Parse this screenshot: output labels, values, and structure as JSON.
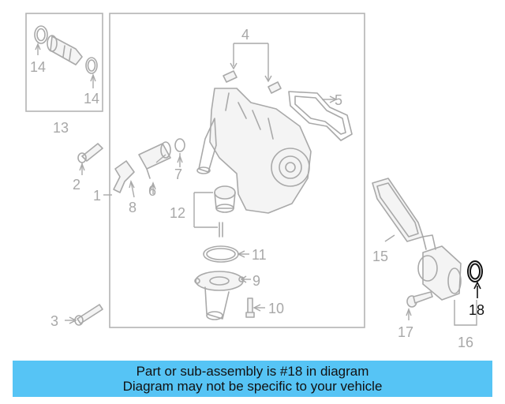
{
  "diagram": {
    "callouts": {
      "c1": "1",
      "c2": "2",
      "c3": "3",
      "c4": "4",
      "c5": "5",
      "c6": "6",
      "c7": "7",
      "c8": "8",
      "c9": "9",
      "c10": "10",
      "c11": "11",
      "c12": "12",
      "c13": "13",
      "c14a": "14",
      "c14b": "14",
      "c15": "15",
      "c16": "16",
      "c17": "17",
      "c18": "18"
    },
    "highlighted_part": "18",
    "colors": {
      "highlight": "#111111",
      "parts": "#a9a9a9",
      "banner": "#56c4f5"
    }
  },
  "banner": {
    "line1": "Part or sub-assembly is #18 in diagram",
    "line2": "Diagram may not be specific to your vehicle"
  }
}
